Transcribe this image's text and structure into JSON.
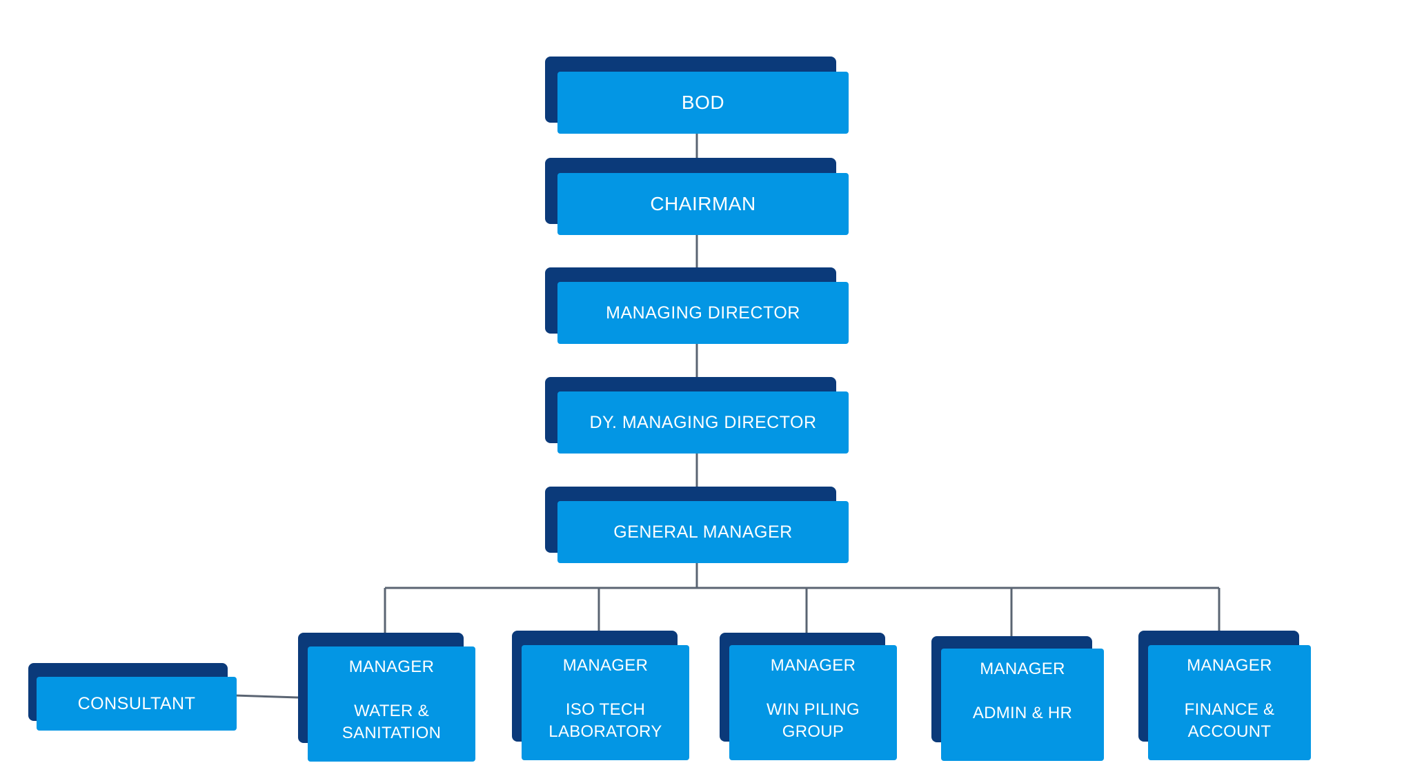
{
  "colors": {
    "box_fill": "#0396e4",
    "box_shadow": "#0b3a7a",
    "connector": "#5a6472",
    "text": "#ffffff"
  },
  "chart": {
    "bod": "BOD",
    "chairman": "CHAIRMAN",
    "managing_director": "MANAGING DIRECTOR",
    "dy_managing_director": "DY. MANAGING DIRECTOR",
    "general_manager": "GENERAL MANAGER",
    "consultant": "CONSULTANT",
    "managers": [
      {
        "label": "MANAGER",
        "department": "WATER & SANITATION"
      },
      {
        "label": "MANAGER",
        "department": "ISO TECH LABORATORY"
      },
      {
        "label": "MANAGER",
        "department": "WIN PILING GROUP"
      },
      {
        "label": "MANAGER",
        "department": "ADMIN & HR"
      },
      {
        "label": "MANAGER",
        "department": "FINANCE & ACCOUNT"
      }
    ]
  }
}
